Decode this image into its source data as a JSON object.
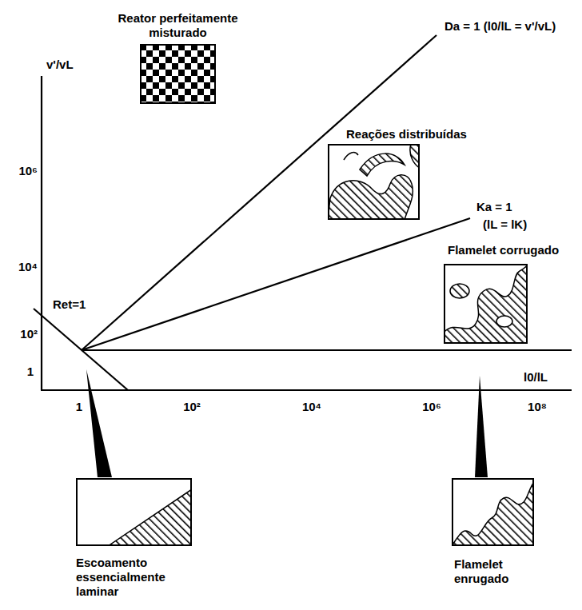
{
  "diagram": {
    "nodes": [
      {
        "text": [
          "Reator perfeitamente misturado"
        ]
      },
      {
        "text": [
          "Reações distribuídas"
        ]
      },
      {
        "text": [
          "Flamelet corrugado"
        ]
      },
      {
        "text": [
          "Escoamento essencialmente laminar"
        ]
      },
      {
        "text": [
          "Flamelet enrugado"
        ]
      }
    ],
    "labels": [
      "v'/vL",
      "10⁶",
      "10⁴",
      "10²",
      "1",
      "1",
      "10²",
      "10⁴",
      "10⁶",
      "10⁸",
      "l0/lL",
      "Da = 1 (l0/lL = v'/vL)",
      "Ka = 1",
      "(lL = lK)",
      "Ret=1"
    ]
  }
}
